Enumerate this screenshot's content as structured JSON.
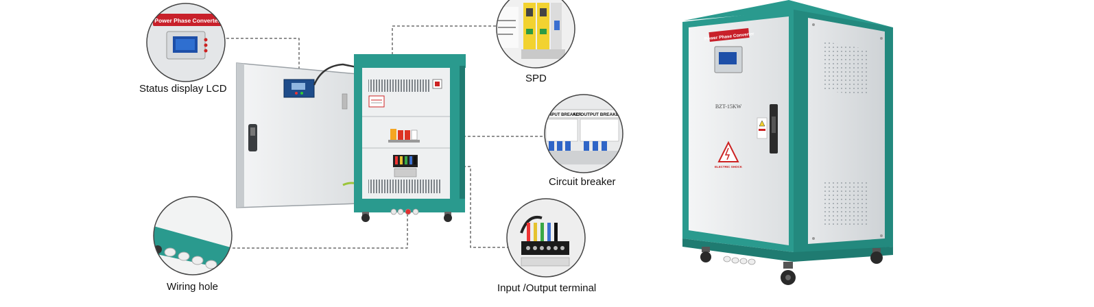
{
  "callouts": {
    "status_display_lcd": "Status display LCD",
    "spd": "SPD",
    "circuit_breaker": "Circuit breaker",
    "wiring_hole": "Wiring hole",
    "io_terminal": "Input /Output terminal"
  },
  "cabinet": {
    "badge": "Power Phase Converter",
    "model": "BZT-15KW",
    "warning": "ELECTRIC SHOCK"
  },
  "breaker_labels": {
    "input": "AC INPUT BREAKER",
    "output": "AC OUTPUT BREAKER"
  },
  "colors": {
    "teal": "#2a9a8e",
    "panel": "#eef0f1",
    "badge_red": "#c8202a",
    "lcd_blue": "#1d4fa8",
    "spd_yellow": "#f2d230"
  }
}
